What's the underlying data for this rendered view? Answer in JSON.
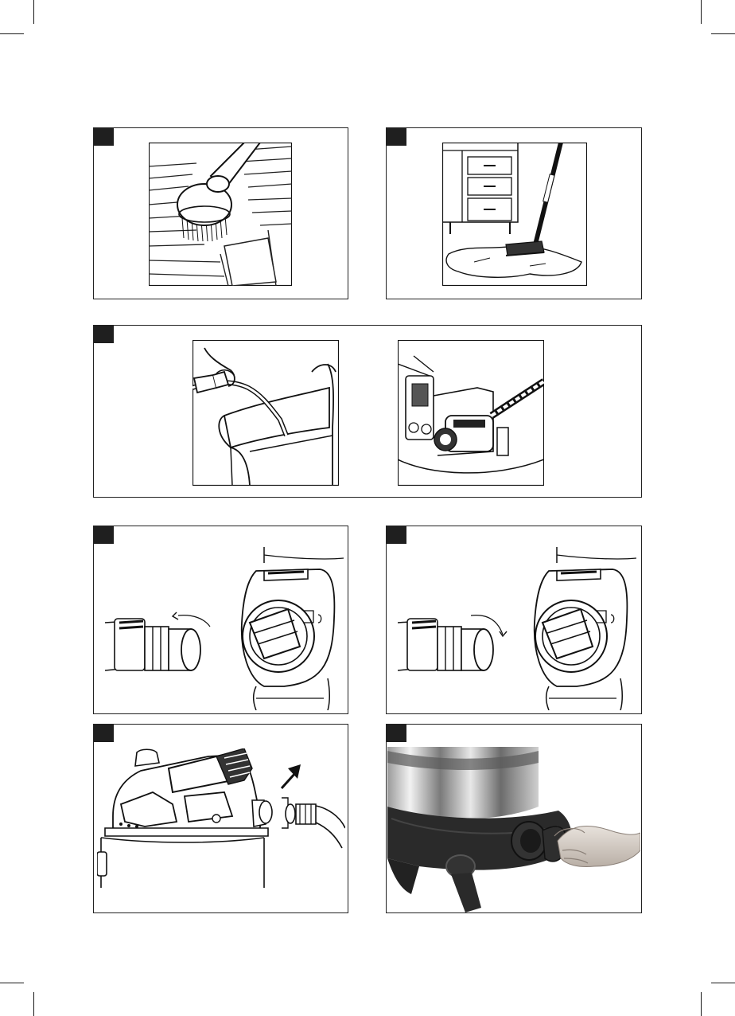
{
  "page": {
    "background": "#ffffff",
    "ink": "#1f1f1f",
    "figures": [
      {
        "id": "brush-nozzle",
        "icon": "round-brush-on-carpet"
      },
      {
        "id": "floor-nozzle",
        "icon": "squeegee-on-wet-floor"
      },
      {
        "id": "crevice-nozzle",
        "icons": [
          "hose-on-armchair",
          "hose-into-engine"
        ]
      },
      {
        "id": "hose-unlock",
        "icon": "rotate-counterclockwise-arrow"
      },
      {
        "id": "hose-lock",
        "icon": "rotate-clockwise-arrow"
      },
      {
        "id": "blow-mode",
        "icon": "insert-arrow"
      },
      {
        "id": "outlet-cap",
        "icon": "remove-cap-hand"
      }
    ]
  }
}
